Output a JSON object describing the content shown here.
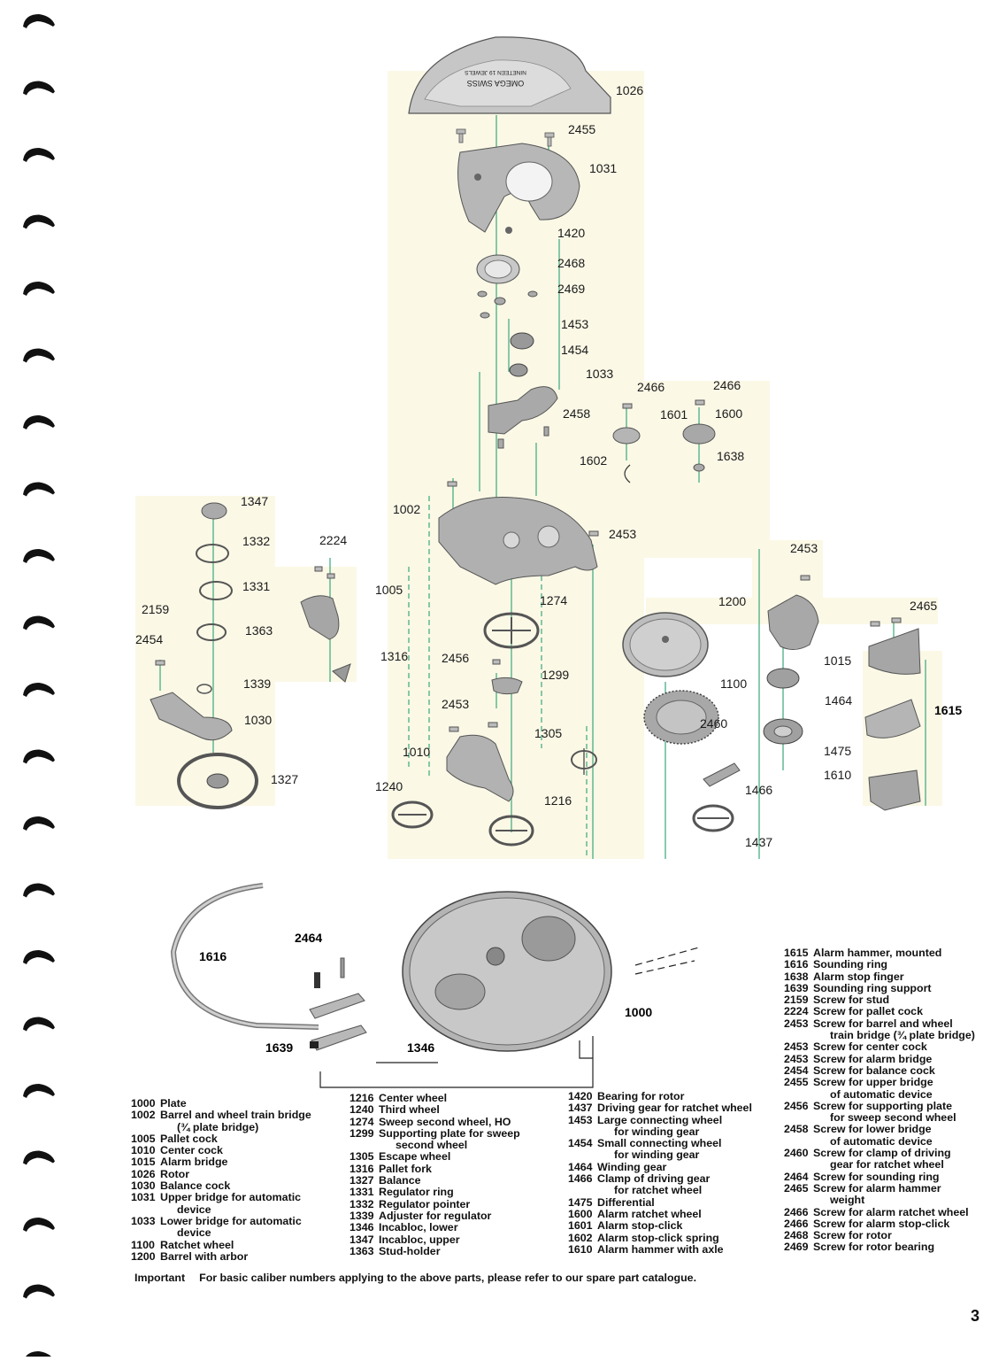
{
  "colors": {
    "leader": "#3aa87a",
    "metal": "#b9b9b9",
    "metal_dark": "#7d7d7d",
    "paper_tint": "#fbf8e6",
    "text": "#111111"
  },
  "callouts": [
    {
      "id": "c1026",
      "text": "1026"
    },
    {
      "id": "c2455",
      "text": "2455"
    },
    {
      "id": "c1031",
      "text": "1031"
    },
    {
      "id": "c1420",
      "text": "1420"
    },
    {
      "id": "c2468",
      "text": "2468"
    },
    {
      "id": "c2469",
      "text": "2469"
    },
    {
      "id": "c1453",
      "text": "1453"
    },
    {
      "id": "c1454",
      "text": "1454"
    },
    {
      "id": "c1033",
      "text": "1033"
    },
    {
      "id": "c2466a",
      "text": "2466"
    },
    {
      "id": "c2466b",
      "text": "2466"
    },
    {
      "id": "c2458",
      "text": "2458"
    },
    {
      "id": "c1601",
      "text": "1601"
    },
    {
      "id": "c1600",
      "text": "1600"
    },
    {
      "id": "c1602",
      "text": "1602"
    },
    {
      "id": "c1638",
      "text": "1638"
    },
    {
      "id": "c1347",
      "text": "1347"
    },
    {
      "id": "c1332",
      "text": "1332"
    },
    {
      "id": "c2224",
      "text": "2224"
    },
    {
      "id": "c1331",
      "text": "1331"
    },
    {
      "id": "c2159",
      "text": "2159"
    },
    {
      "id": "c1363",
      "text": "1363"
    },
    {
      "id": "c2454",
      "text": "2454"
    },
    {
      "id": "c1339",
      "text": "1339"
    },
    {
      "id": "c1030",
      "text": "1030"
    },
    {
      "id": "c1327",
      "text": "1327"
    },
    {
      "id": "c1002",
      "text": "1002"
    },
    {
      "id": "c2453a",
      "text": "2453"
    },
    {
      "id": "c2453b",
      "text": "2453"
    },
    {
      "id": "c2465",
      "text": "2465"
    },
    {
      "id": "c1005",
      "text": "1005"
    },
    {
      "id": "c1274",
      "text": "1274"
    },
    {
      "id": "c1200",
      "text": "1200"
    },
    {
      "id": "c1015",
      "text": "1015"
    },
    {
      "id": "c1316",
      "text": "1316"
    },
    {
      "id": "c2456",
      "text": "2456"
    },
    {
      "id": "c1299",
      "text": "1299"
    },
    {
      "id": "c1100",
      "text": "1100"
    },
    {
      "id": "c1464",
      "text": "1464"
    },
    {
      "id": "c1615",
      "text": "1615"
    },
    {
      "id": "c2453c",
      "text": "2453"
    },
    {
      "id": "c2460",
      "text": "2460"
    },
    {
      "id": "c1305",
      "text": "1305"
    },
    {
      "id": "c1010",
      "text": "1010"
    },
    {
      "id": "c1475",
      "text": "1475"
    },
    {
      "id": "c1610",
      "text": "1610"
    },
    {
      "id": "c1240",
      "text": "1240"
    },
    {
      "id": "c1216",
      "text": "1216"
    },
    {
      "id": "c1466",
      "text": "1466"
    },
    {
      "id": "c1437",
      "text": "1437"
    },
    {
      "id": "c1616",
      "text": "1616"
    },
    {
      "id": "c2464",
      "text": "2464"
    },
    {
      "id": "c1000",
      "text": "1000"
    },
    {
      "id": "c1639",
      "text": "1639"
    },
    {
      "id": "c1346",
      "text": "1346"
    }
  ],
  "rotor_engraving": [
    "OMEGA SWISS",
    "NINETEEN 19 JEWELS"
  ],
  "legend": {
    "columns": [
      [
        {
          "num": "1000",
          "name": "Plate"
        },
        {
          "num": "1002",
          "name": "Barrel and wheel train bridge",
          "cont": "(¾ plate bridge)"
        },
        {
          "num": "1005",
          "name": "Pallet cock"
        },
        {
          "num": "1010",
          "name": "Center cock"
        },
        {
          "num": "1015",
          "name": "Alarm bridge"
        },
        {
          "num": "1026",
          "name": "Rotor"
        },
        {
          "num": "1030",
          "name": "Balance cock"
        },
        {
          "num": "1031",
          "name": "Upper bridge for automatic",
          "cont": "device"
        },
        {
          "num": "1033",
          "name": "Lower bridge for automatic",
          "cont": "device"
        },
        {
          "num": "1100",
          "name": "Ratchet wheel"
        },
        {
          "num": "1200",
          "name": "Barrel with arbor"
        }
      ],
      [
        {
          "num": "1216",
          "name": "Center wheel"
        },
        {
          "num": "1240",
          "name": "Third wheel"
        },
        {
          "num": "1274",
          "name": "Sweep second wheel, HO"
        },
        {
          "num": "1299",
          "name": "Supporting plate for sweep",
          "cont": "second wheel"
        },
        {
          "num": "1305",
          "name": "Escape wheel"
        },
        {
          "num": "1316",
          "name": "Pallet fork"
        },
        {
          "num": "1327",
          "name": "Balance"
        },
        {
          "num": "1331",
          "name": "Regulator ring"
        },
        {
          "num": "1332",
          "name": "Regulator pointer"
        },
        {
          "num": "1339",
          "name": "Adjuster for regulator"
        },
        {
          "num": "1346",
          "name": "Incabloc, lower"
        },
        {
          "num": "1347",
          "name": "Incabloc, upper"
        },
        {
          "num": "1363",
          "name": "Stud-holder"
        }
      ],
      [
        {
          "num": "1420",
          "name": "Bearing for rotor"
        },
        {
          "num": "1437",
          "name": "Driving gear for ratchet wheel"
        },
        {
          "num": "1453",
          "name": "Large connecting wheel",
          "cont": "for winding gear"
        },
        {
          "num": "1454",
          "name": "Small connecting wheel",
          "cont": "for winding gear"
        },
        {
          "num": "1464",
          "name": "Winding gear"
        },
        {
          "num": "1466",
          "name": "Clamp of driving gear",
          "cont": "for ratchet wheel"
        },
        {
          "num": "1475",
          "name": "Differential"
        },
        {
          "num": "1600",
          "name": "Alarm ratchet wheel"
        },
        {
          "num": "1601",
          "name": "Alarm stop-click"
        },
        {
          "num": "1602",
          "name": "Alarm stop-click spring"
        },
        {
          "num": "1610",
          "name": "Alarm hammer with axle"
        }
      ],
      [
        {
          "num": "1615",
          "name": "Alarm hammer, mounted"
        },
        {
          "num": "1616",
          "name": "Sounding ring"
        },
        {
          "num": "1638",
          "name": "Alarm stop finger"
        },
        {
          "num": "1639",
          "name": "Sounding ring support"
        },
        {
          "num": "2159",
          "name": "Screw for stud"
        },
        {
          "num": "2224",
          "name": "Screw for pallet cock"
        },
        {
          "num": "2453",
          "name": "Screw for barrel and wheel",
          "cont": "train bridge (¾ plate bridge)"
        },
        {
          "num": "2453",
          "name": "Screw for center cock"
        },
        {
          "num": "2453",
          "name": "Screw for alarm bridge"
        },
        {
          "num": "2454",
          "name": "Screw for balance cock"
        },
        {
          "num": "2455",
          "name": "Screw for upper bridge",
          "cont": "of automatic device"
        },
        {
          "num": "2456",
          "name": "Screw for supporting plate",
          "cont": "for sweep second wheel"
        },
        {
          "num": "2458",
          "name": "Screw for lower bridge",
          "cont": "of automatic device"
        },
        {
          "num": "2460",
          "name": "Screw for clamp of driving",
          "cont": "gear for ratchet wheel"
        },
        {
          "num": "2464",
          "name": "Screw for sounding ring"
        },
        {
          "num": "2465",
          "name": "Screw for alarm hammer",
          "cont": "weight"
        },
        {
          "num": "2466",
          "name": "Screw for alarm ratchet wheel"
        },
        {
          "num": "2466",
          "name": "Screw for alarm stop-click"
        },
        {
          "num": "2468",
          "name": "Screw for rotor"
        },
        {
          "num": "2469",
          "name": "Screw for rotor bearing"
        }
      ]
    ]
  },
  "footnote": {
    "label": "Important",
    "text": "For basic caliber numbers applying to the above parts, please refer to our spare part catalogue."
  },
  "page_number": "3"
}
